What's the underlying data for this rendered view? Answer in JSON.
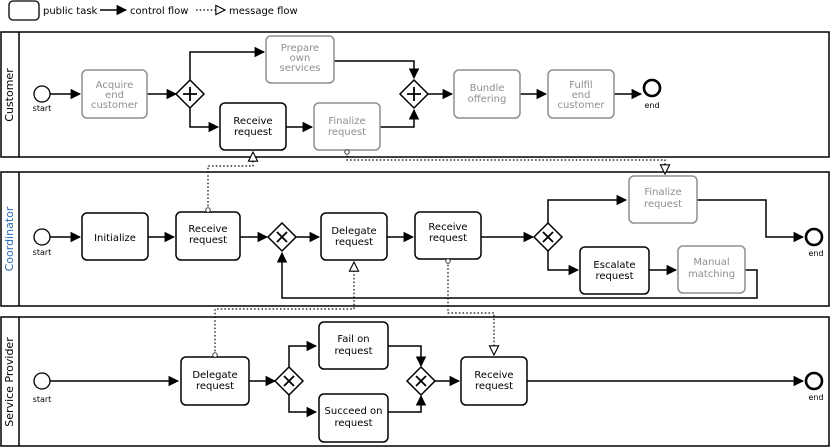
{
  "legend": {
    "public_task": "public task",
    "control_flow": "control flow",
    "message_flow": "message flow"
  },
  "pools": {
    "customer": "Customer",
    "coordinator": "Coordinator",
    "service_provider": "Service Provider"
  },
  "events": {
    "start": "start",
    "end": "end"
  },
  "customer_tasks": {
    "acquire": [
      "Acquire",
      "end",
      "customer"
    ],
    "prepare": [
      "Prepare",
      "own",
      "services"
    ],
    "receive": [
      "Receive",
      "request"
    ],
    "finalize": [
      "Finalize",
      "request"
    ],
    "bundle": [
      "Bundle",
      "offering"
    ],
    "fulfil": [
      "Fulfil",
      "end",
      "customer"
    ]
  },
  "coordinator_tasks": {
    "initialize": [
      "Initialize"
    ],
    "receive1": [
      "Receive",
      "request"
    ],
    "delegate": [
      "Delegate",
      "request"
    ],
    "receive2": [
      "Receive",
      "request"
    ],
    "finalize": [
      "Finalize",
      "request"
    ],
    "escalate": [
      "Escalate",
      "request"
    ],
    "manual": [
      "Manual",
      "matching"
    ]
  },
  "provider_tasks": {
    "delegate": [
      "Delegate",
      "request"
    ],
    "fail": [
      "Fail on",
      "request"
    ],
    "succeed": [
      "Succeed on",
      "request"
    ],
    "receive": [
      "Receive",
      "request"
    ]
  },
  "colors": {
    "coordinator_label": "#2b6cb0",
    "grey_task": "#8f8f8f"
  }
}
